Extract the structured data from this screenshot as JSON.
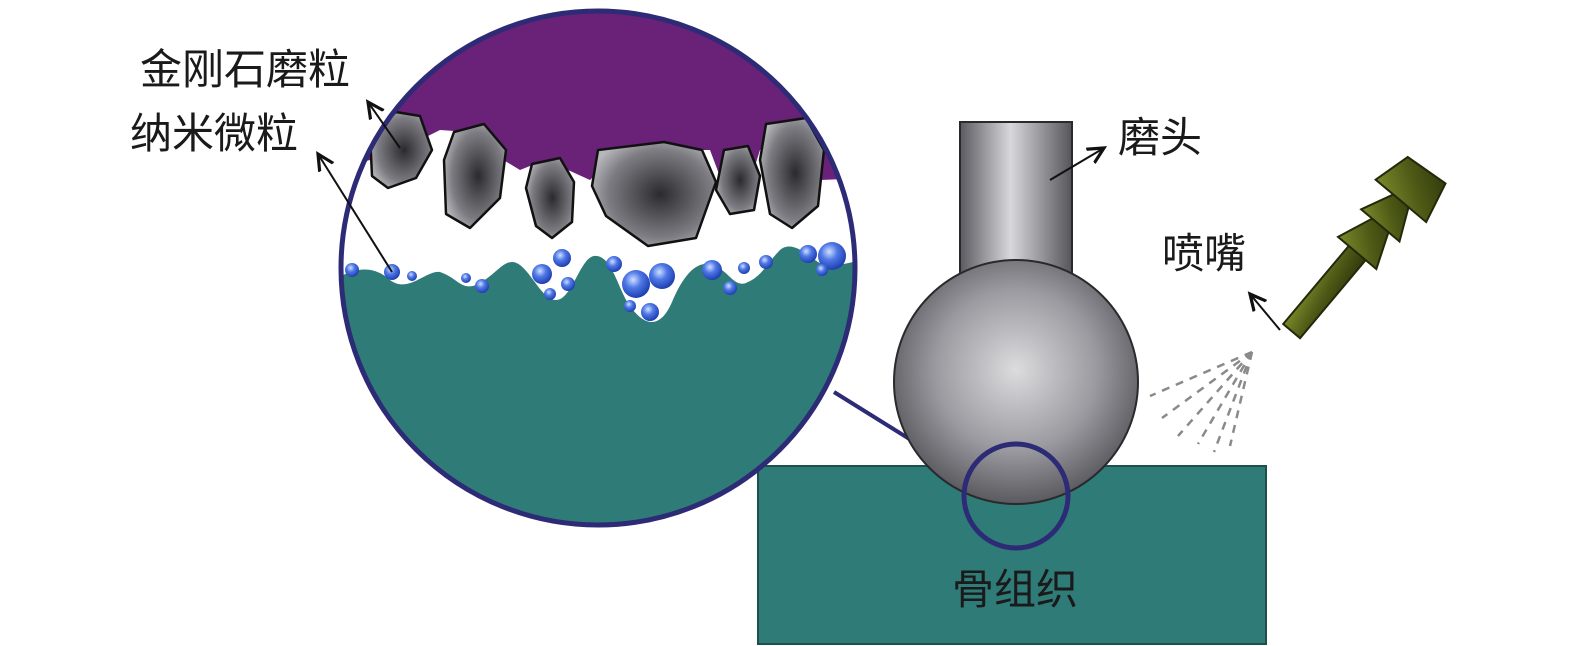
{
  "labels": {
    "diamond": "金刚石磨粒",
    "nano": "纳米微粒",
    "head": "磨头",
    "nozzle": "喷嘴",
    "bone": "骨组织"
  },
  "colors": {
    "bone_teal": "#2f7b78",
    "bond_purple": "#6a2178",
    "ring_navy": "#2d2a76",
    "particle_blue": "#3b5bd6",
    "nozzle_olive": "#5d6a1c"
  }
}
